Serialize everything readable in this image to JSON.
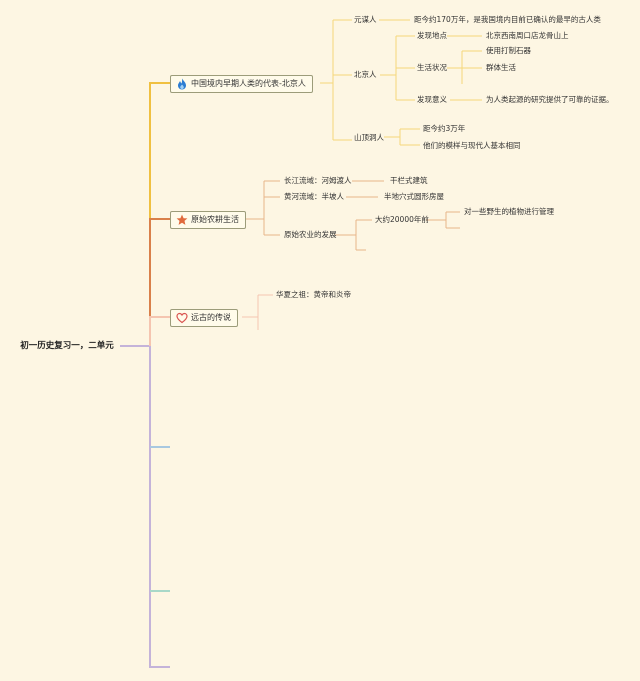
{
  "root": {
    "label": "初一历史复习一，二单元"
  },
  "icons": {
    "b1": "fire-icon",
    "b2": "star-icon",
    "b3": "heart-icon"
  },
  "colors": {
    "branch1": "#f0c040",
    "branch2": "#d9804a",
    "branch3": "#f5c5b0",
    "branch4": "#c4b3d9",
    "branch5": "#a8c8e0",
    "branch6": "#a8d8c8"
  },
  "branches": [
    {
      "label": "中国境内早期人类的代表-北京人",
      "children": [
        {
          "label": "元谋人",
          "children": [
            {
              "label": "距今约170万年，是我国境内目前已确认的最早的古人类"
            }
          ]
        },
        {
          "label": "北京人",
          "children": [
            {
              "label": "发现地点",
              "children": [
                {
                  "label": "北京西南周口店龙骨山上"
                }
              ]
            },
            {
              "label": "生活状况",
              "children": [
                {
                  "label": "使用打制石器"
                },
                {
                  "label": "群体生活"
                }
              ]
            },
            {
              "label": "发现意义",
              "children": [
                {
                  "label": "为人类起源的研究提供了可靠的证据。"
                }
              ]
            }
          ]
        },
        {
          "label": "山顶洞人",
          "children": [
            {
              "label": "距今约3万年"
            },
            {
              "label": "他们的模样与现代人基本相同"
            }
          ]
        }
      ]
    },
    {
      "label": "原始农耕生活",
      "children": [
        {
          "label": "长江流域：河姆渡人",
          "children": [
            {
              "label": "干栏式建筑"
            }
          ]
        },
        {
          "label": "黄河流域：半坡人",
          "children": [
            {
              "label": "半地穴式圆形房屋"
            }
          ]
        },
        {
          "label": "原始农业的发展",
          "children": [
            {
              "label": "大约20000年前",
              "children": [
                {
                  "label": "对一些野生的植物进行管理"
                }
              ]
            }
          ]
        }
      ]
    },
    {
      "label": "远古的传说",
      "children": [
        {
          "label": "华夏之祖：黄帝和炎帝"
        }
      ]
    }
  ]
}
